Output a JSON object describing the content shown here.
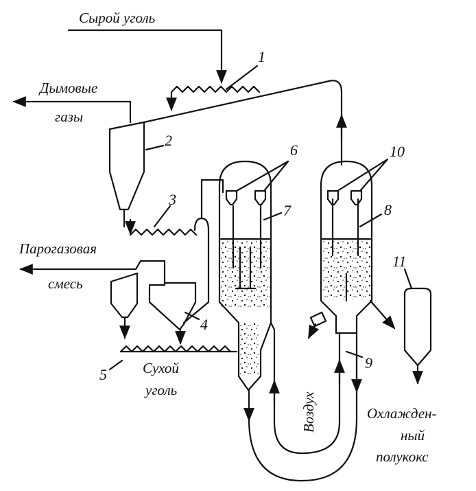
{
  "labels": {
    "raw_coal": "Сырой уголь",
    "flue_gas_1": "Дымовые",
    "flue_gas_2": "газы",
    "vapor_gas_1": "Парогазовая",
    "vapor_gas_2": "смесь",
    "dry_coal_1": "Сухой",
    "dry_coal_2": "уголь",
    "air": "Воздух",
    "semicoke_1": "Охлажден-",
    "semicoke_2": "ный",
    "semicoke_3": "полукокс"
  },
  "numbers": {
    "n1": "1",
    "n2": "2",
    "n3": "3",
    "n4": "4",
    "n5": "5",
    "n6": "6",
    "n7": "7",
    "n8": "8",
    "n9": "9",
    "n10": "10",
    "n11": "11"
  },
  "colors": {
    "ink": "#111111",
    "background": "#ffffff"
  }
}
